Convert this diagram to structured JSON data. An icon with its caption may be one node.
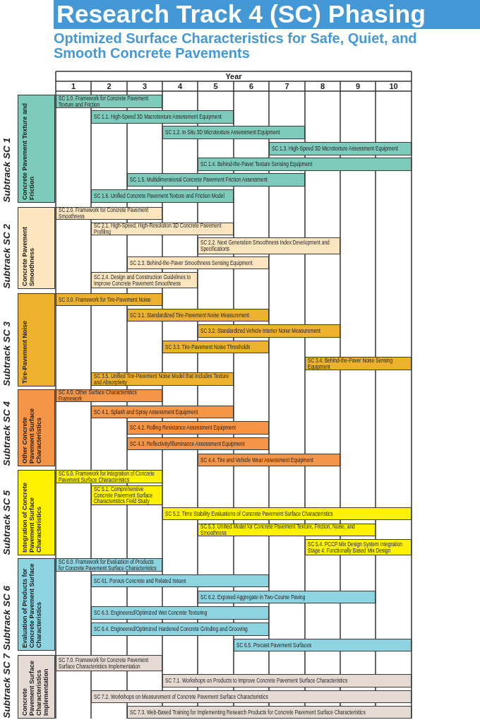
{
  "diagram": {
    "title": "Research Track 4 (SC) Phasing",
    "nodes": [
      {
        "text": [
          "Concrete Pavement Texture and Friction"
        ],
        "beside": [
          "Subtrack SC 1"
        ]
      },
      {
        "text": [
          "SC 1.0. Framework for Concrete Pavement Texture and Friction"
        ]
      },
      {
        "text": [
          "SC 1.1. High-Speed 3D Macrotexture Assessment Equipment"
        ]
      },
      {
        "text": [
          "SC 1.2. In Situ 3D Microtexture Assessment Equipment"
        ]
      },
      {
        "text": [
          "SC 1.3. High-Speed 3D Microtexture Assessment Equipment"
        ]
      },
      {
        "text": [
          "SC 1.4. Behind-the-Paver Texture Sensing Equipment"
        ]
      },
      {
        "text": [
          "SC 1.5. Multidimensional Concrete Pavement Friction Assessment"
        ]
      },
      {
        "text": [
          "SC 1.6. Unified Concrete Pavement Texture and Friction Model"
        ]
      },
      {
        "text": [
          "Concrete Pavement Smoothness"
        ],
        "beside": [
          "Subtrack SC 2"
        ]
      },
      {
        "text": [
          "SC 2.0. Framework for Concrete Pavement Smoothness"
        ]
      },
      {
        "text": [
          "SC 2.1. High-Speed, High-Resolution 3D Concrete Pavement Profiling"
        ]
      },
      {
        "text": [
          "SC 2.2. Next Generation Smoothness Index Development and Specifications"
        ]
      },
      {
        "text": [
          "SC 2.3. Behind-the-Paver Smoothness Sensing Equipment"
        ]
      },
      {
        "text": [
          "SC 2.4. Design and Construction Guidelines to Improve Concrete Pavement Smoothness"
        ]
      },
      {
        "text": [
          "Tire-Pavement Noise"
        ],
        "beside": [
          "Subtrack SC 3"
        ]
      },
      {
        "text": [
          "SC 3.0. Framework for Tire-Pavement Noise"
        ]
      },
      {
        "text": [
          "SC 3.1. Standardized Tire-Pavement Noise Measurement"
        ]
      },
      {
        "text": [
          "SC 3.2. Standardized Vehicle Interior Noise Measurement"
        ]
      },
      {
        "text": [
          "SC 3.3. Tire-Pavement Noise Thresholds"
        ]
      },
      {
        "text": [
          "SC 3.4. Behind-the-Paver Noise Sensing Equipment"
        ]
      },
      {
        "text": [
          "SC 3.5. Unified Tire-Pavement Noise Model that Includes Texture and Absorptivity"
        ]
      },
      {
        "text": [
          "Other Concrete Pavement Surface Characteristics"
        ],
        "beside": [
          "Subtrack SC 4"
        ]
      },
      {
        "text": [
          "SC 4.0. Other Surface Characteristics Framework"
        ]
      },
      {
        "text": [
          "SC 4.1. Splash and Spray Assessment Equipment"
        ]
      },
      {
        "text": [
          "SC 4.2. Rolling Resistance Assessment Equipment"
        ]
      },
      {
        "text": [
          "SC 4.3. Reflectivity/Illuminance Assessment Equipment"
        ]
      },
      {
        "text": [
          "SC 4.4. Tire and Vehicle Wear Assessment Equipment"
        ]
      },
      {
        "text": [
          "Integration of Concrete Pavement Surface Characteristics"
        ],
        "beside": [
          "Subtrack SC 5"
        ]
      },
      {
        "text": [
          "SC 5.0. Framework for Integration of Concrete Pavement Surface Characteristics"
        ]
      },
      {
        "text": [
          "SC 5.1. Comprehensive Concrete Pavement Surface Characteristics Field Study"
        ]
      },
      {
        "text": [
          "SC 5.2. Time Stability Evaluations of Concrete Pavement Surface Characteristics"
        ]
      },
      {
        "text": [
          "SC 5.3. Unified Model for Concrete Pavement Texture, Friction, Noise, and Smoothness"
        ]
      },
      {
        "text": [
          "SC 5.4. PCCP Mix Design System Integration Stage 4: Functionally Based Mix Design"
        ]
      },
      {
        "text": [
          "Evaluation of Products for Concrete Pavement Surface Characteristics"
        ],
        "beside": [
          "Subtrack SC 6"
        ]
      },
      {
        "text": [
          "SC 6.0. Framework for Evaluation of Products for Concrete Pavement Surface Characteristics"
        ]
      },
      {
        "text": [
          "SC 61. Porous Concrete and Related Issues"
        ]
      },
      {
        "text": [
          "SC 6.2. Exposed Aggregate in Two-Course Paving"
        ]
      },
      {
        "text": [
          "SC 6.3. Engineered/Optimized Wet Concrete Texturing"
        ]
      },
      {
        "text": [
          "SC 6.4. Engineered/Optimized Hardened Concrete Grinding and Grooving"
        ]
      },
      {
        "text": [
          "SC 6.5. Precast Pavement Surfaces"
        ]
      },
      {
        "text": [
          "Concrete Pavement Surface Characteristics Implementation"
        ],
        "beside": [
          "Subtrack SC 7"
        ]
      },
      {
        "text": [
          "SC 7.0. Framework for Concrete Pavement Surface Characteristics Implementation"
        ]
      },
      {
        "text": [
          "SC 7.1. Workshops on Products to Improve Concrete Pavement Surface Characteristics"
        ]
      },
      {
        "text": [
          "SC 7.2. Workshops on Measurement of Concrete Pavement Surface Characteristics"
        ]
      },
      {
        "text": [
          "SC 7.3. Web-Based Training for Implementing Research Products for Concrete Pavement Surface Characteristics"
        ]
      }
    ],
    "labels": [
      "Optimized Surface Characteristics for Safe, Quiet, and Smooth Concrete Pavements",
      "Year",
      "1",
      "2",
      "3",
      "4",
      "5",
      "6",
      "7",
      "8",
      "9",
      "10"
    ]
  }
}
